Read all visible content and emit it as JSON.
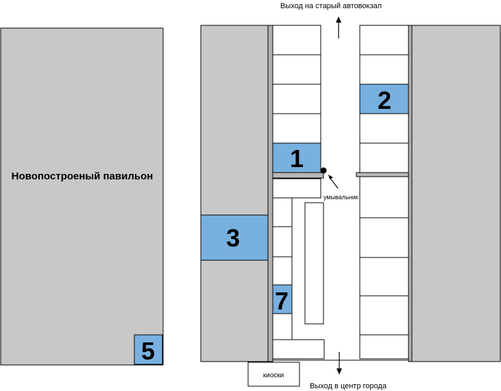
{
  "labels": {
    "pavilion": "Новопостроеный павильон",
    "exit_top": "Выход на старый автовокзал",
    "exit_bottom": "Выход в центр города",
    "kiosks": "киоски",
    "washbasin": "умывальник"
  },
  "highlighted_stalls": [
    "1",
    "2",
    "3",
    "5",
    "7"
  ],
  "colors": {
    "building_gray": "#c8c8c8",
    "stall_highlight": "#78b0e0",
    "stall_white": "#ffffff",
    "outline": "#000000"
  }
}
